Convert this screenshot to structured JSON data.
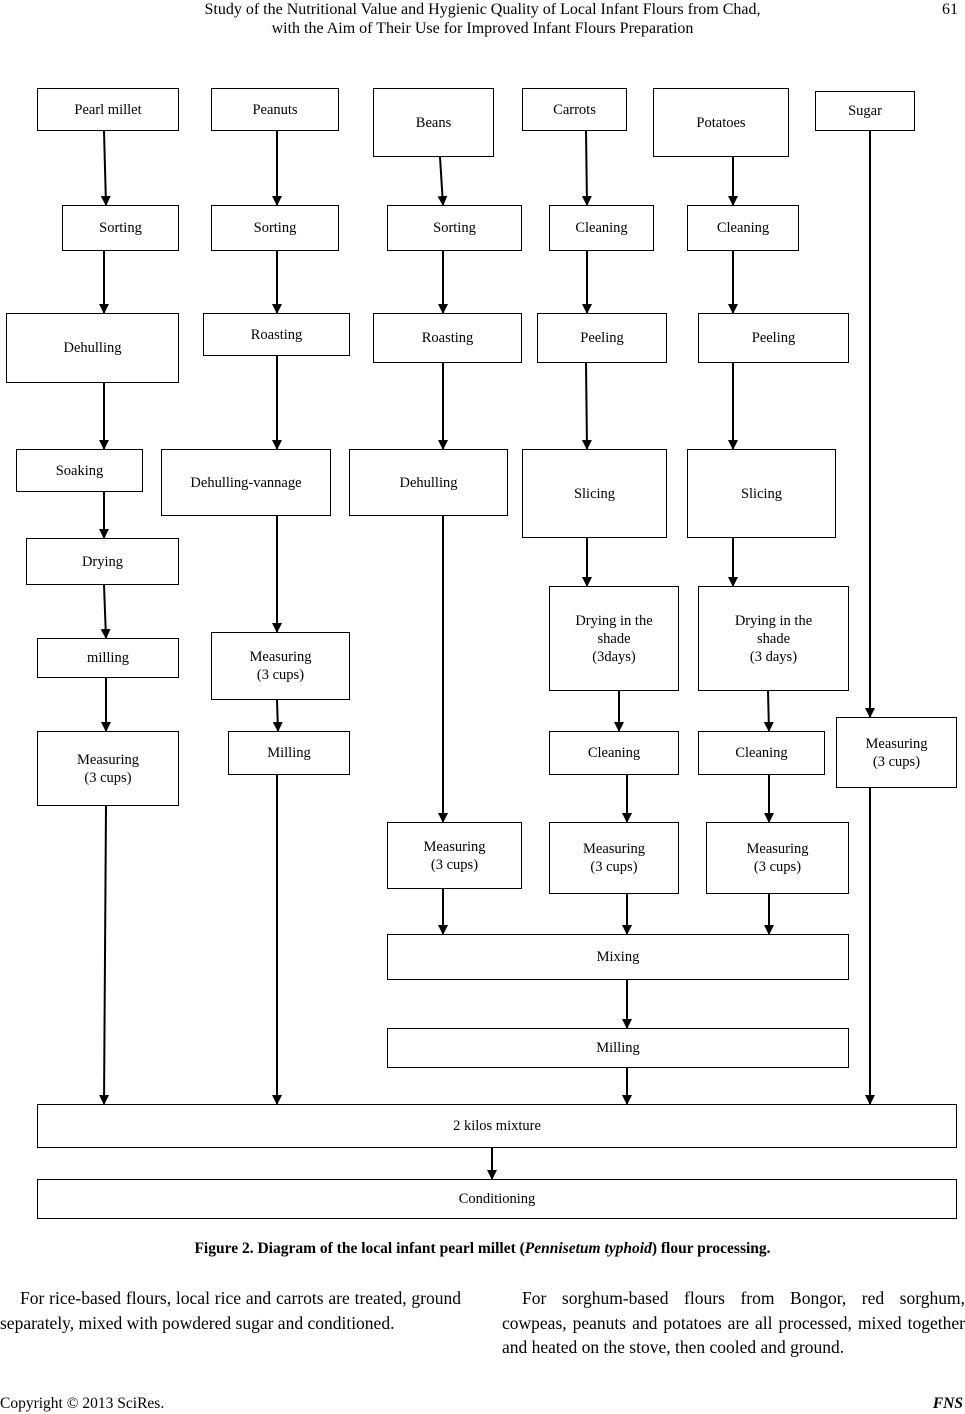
{
  "header": {
    "title_line1": "Study of the Nutritional Value and Hygienic Quality of Local Infant Flours from Chad,",
    "title_line2": "with the Aim of Their Use for Improved Infant Flours Preparation",
    "page_number": "61"
  },
  "diagram": {
    "nodes": [
      {
        "id": "pearl-millet",
        "label": "Pearl millet"
      },
      {
        "id": "peanuts",
        "label": "Peanuts"
      },
      {
        "id": "beans",
        "label": "Beans"
      },
      {
        "id": "carrots",
        "label": "Carrots"
      },
      {
        "id": "potatoes",
        "label": "Potatoes"
      },
      {
        "id": "sugar",
        "label": "Sugar"
      },
      {
        "id": "millet-sorting",
        "label": "Sorting"
      },
      {
        "id": "peanut-sorting",
        "label": "Sorting"
      },
      {
        "id": "bean-sorting",
        "label": "Sorting"
      },
      {
        "id": "carrot-cleaning",
        "label": "Cleaning"
      },
      {
        "id": "potato-cleaning",
        "label": "Cleaning"
      },
      {
        "id": "millet-dehulling",
        "label": "Dehulling"
      },
      {
        "id": "peanut-roasting",
        "label": "Roasting"
      },
      {
        "id": "bean-roasting",
        "label": "Roasting"
      },
      {
        "id": "carrot-peeling",
        "label": "Peeling"
      },
      {
        "id": "potato-peeling",
        "label": "Peeling"
      },
      {
        "id": "millet-soaking",
        "label": "Soaking"
      },
      {
        "id": "peanut-dehulling-vannage",
        "label": "Dehulling-vannage"
      },
      {
        "id": "bean-dehulling",
        "label": "Dehulling"
      },
      {
        "id": "carrot-slicing",
        "label": "Slicing"
      },
      {
        "id": "potato-slicing",
        "label": "Slicing"
      },
      {
        "id": "millet-drying",
        "label": "Drying"
      },
      {
        "id": "carrot-drying-shade",
        "label": "Drying in the\nshade\n(3days)"
      },
      {
        "id": "potato-drying-shade",
        "label": "Drying in the\nshade\n(3 days)"
      },
      {
        "id": "millet-milling",
        "label": "milling"
      },
      {
        "id": "peanut-measuring",
        "label": "Measuring\n(3 cups)"
      },
      {
        "id": "sugar-measuring",
        "label": "Measuring\n(3 cups)"
      },
      {
        "id": "peanut-milling",
        "label": "Milling"
      },
      {
        "id": "millet-measuring",
        "label": "Measuring\n(3 cups)"
      },
      {
        "id": "carrot-cleaning-2",
        "label": "Cleaning"
      },
      {
        "id": "potato-cleaning-2",
        "label": "Cleaning"
      },
      {
        "id": "bean-measuring",
        "label": "Measuring\n(3 cups)"
      },
      {
        "id": "carrot-measuring",
        "label": "Measuring\n(3 cups)"
      },
      {
        "id": "potato-measuring",
        "label": "Measuring\n(3 cups)"
      },
      {
        "id": "mixing",
        "label": "Mixing"
      },
      {
        "id": "final-milling",
        "label": "Milling"
      },
      {
        "id": "mixture",
        "label": "2 kilos mixture"
      },
      {
        "id": "conditioning",
        "label": "Conditioning"
      }
    ],
    "edges": [
      [
        "pearl-millet",
        "millet-sorting"
      ],
      [
        "millet-sorting",
        "millet-dehulling"
      ],
      [
        "millet-dehulling",
        "millet-soaking"
      ],
      [
        "millet-soaking",
        "millet-drying"
      ],
      [
        "millet-drying",
        "millet-milling"
      ],
      [
        "millet-milling",
        "millet-measuring"
      ],
      [
        "millet-measuring",
        "mixture"
      ],
      [
        "peanuts",
        "peanut-sorting"
      ],
      [
        "peanut-sorting",
        "peanut-roasting"
      ],
      [
        "peanut-roasting",
        "peanut-dehulling-vannage"
      ],
      [
        "peanut-dehulling-vannage",
        "peanut-measuring"
      ],
      [
        "peanut-measuring",
        "peanut-milling"
      ],
      [
        "peanut-milling",
        "mixture"
      ],
      [
        "beans",
        "bean-sorting"
      ],
      [
        "bean-sorting",
        "bean-roasting"
      ],
      [
        "bean-roasting",
        "bean-dehulling"
      ],
      [
        "bean-dehulling",
        "bean-measuring"
      ],
      [
        "bean-measuring",
        "mixing"
      ],
      [
        "carrots",
        "carrot-cleaning"
      ],
      [
        "carrot-cleaning",
        "carrot-peeling"
      ],
      [
        "carrot-peeling",
        "carrot-slicing"
      ],
      [
        "carrot-slicing",
        "carrot-drying-shade"
      ],
      [
        "carrot-drying-shade",
        "carrot-cleaning-2"
      ],
      [
        "carrot-cleaning-2",
        "carrot-measuring"
      ],
      [
        "carrot-measuring",
        "mixing"
      ],
      [
        "potatoes",
        "potato-cleaning"
      ],
      [
        "potato-cleaning",
        "potato-peeling"
      ],
      [
        "potato-peeling",
        "potato-slicing"
      ],
      [
        "potato-slicing",
        "potato-drying-shade"
      ],
      [
        "potato-drying-shade",
        "potato-cleaning-2"
      ],
      [
        "potato-cleaning-2",
        "potato-measuring"
      ],
      [
        "potato-measuring",
        "mixing"
      ],
      [
        "sugar",
        "sugar-measuring"
      ],
      [
        "sugar-measuring",
        "mixture"
      ],
      [
        "mixing",
        "final-milling"
      ],
      [
        "final-milling",
        "mixture"
      ],
      [
        "mixture",
        "conditioning"
      ]
    ]
  },
  "figure": {
    "caption_prefix": "Figure 2. Diagram of the local infant pearl millet (",
    "caption_species": "Pennisetum typhoid",
    "caption_suffix": ") flour processing."
  },
  "body": {
    "left_paragraph": "For rice-based flours, local rice and carrots are treated, ground separately, mixed with powdered sugar and conditioned.",
    "right_paragraph": "For sorghum-based flours from Bongor, red sorghum, cowpeas, peanuts and potatoes are all processed, mixed together and heated on the stove, then cooled and ground."
  },
  "footer": {
    "copyright": "Copyright © 2013 SciRes.",
    "journal": "FNS"
  }
}
